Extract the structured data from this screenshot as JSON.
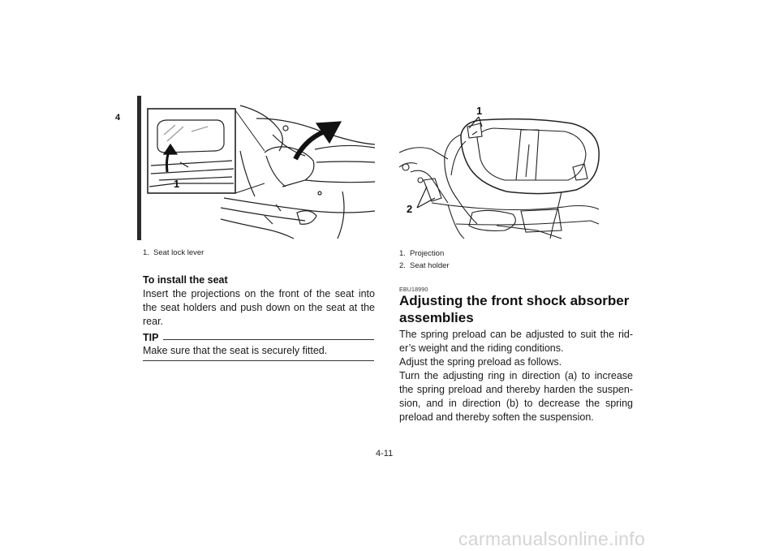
{
  "chapter_tab": "4",
  "figure1": {
    "callout": "1",
    "captions": [
      {
        "num": "1.",
        "text": "Seat lock lever"
      }
    ]
  },
  "install": {
    "heading": "To install the seat",
    "lines": [
      "Insert the projections on the front of the seat into",
      "the seat holders and push down on the seat at the",
      "rear."
    ],
    "tip_label": "TIP",
    "tip_text": "Make sure that the seat is securely fitted."
  },
  "figure2": {
    "callout1": "1",
    "callout2": "2",
    "captions": [
      {
        "num": "1.",
        "text": "Projection"
      },
      {
        "num": "2.",
        "text": "Seat holder"
      }
    ]
  },
  "section": {
    "code": "EBU18990",
    "title_line1": "Adjusting the front shock absorber",
    "title_line2": "assemblies",
    "lines": [
      "The spring preload can be adjusted to suit the rid-",
      "er’s weight and the riding conditions.",
      "Adjust the spring preload as follows.",
      "Turn the adjusting ring in direction (a) to increase",
      "the spring preload and thereby harden the suspen-",
      "sion, and in direction (b) to decrease the spring",
      "preload and thereby soften the suspension."
    ]
  },
  "page_number": "4-11",
  "watermark": "carmanualsonline.info"
}
